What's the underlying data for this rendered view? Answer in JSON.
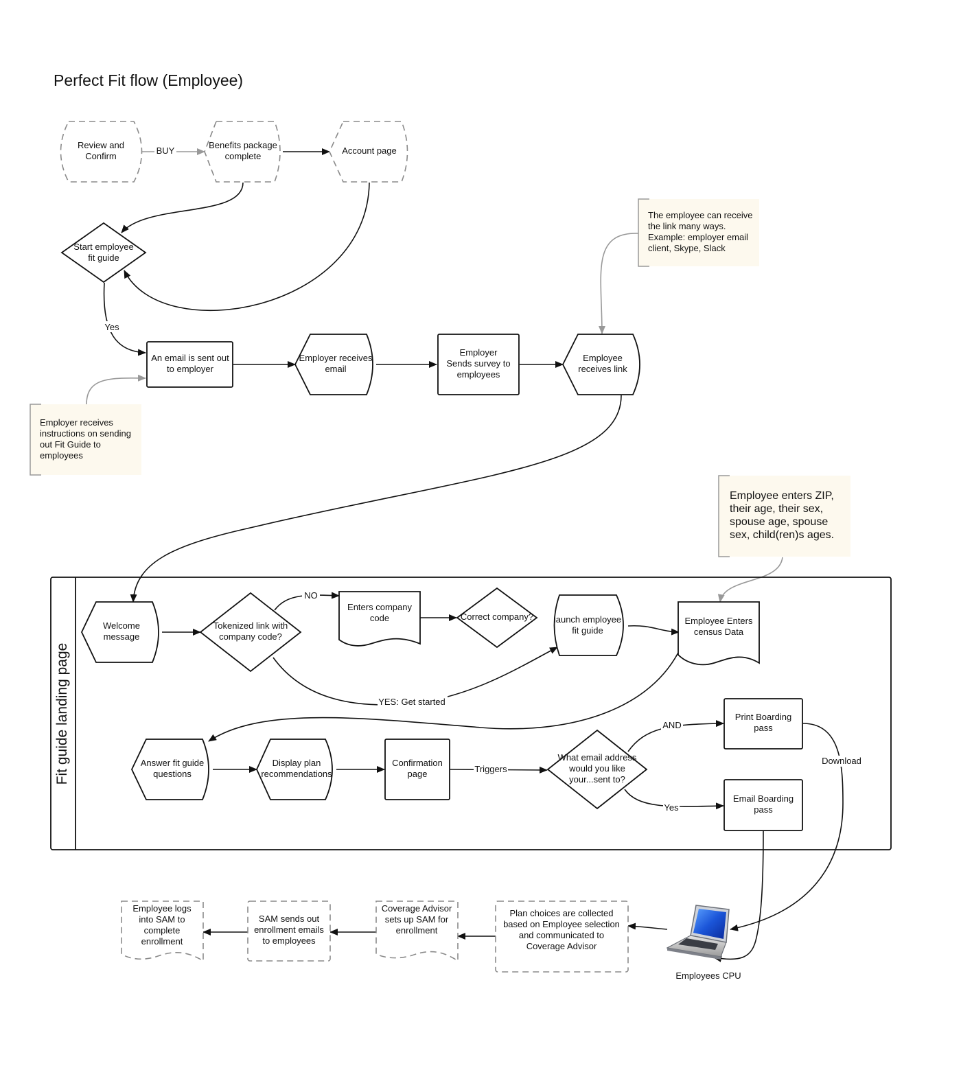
{
  "title": "Perfect Fit flow (Employee)",
  "lane_label": "Fit guide landing page",
  "nodes": {
    "review_confirm": [
      "Review and",
      "Confirm"
    ],
    "benefits_complete": [
      "Benefits package",
      "complete"
    ],
    "account_page": [
      "Account page"
    ],
    "start_fit_guide": [
      "Start employee",
      "fit guide"
    ],
    "email_sent": [
      "An email is sent out",
      "to employer"
    ],
    "employer_receives_email": [
      "Employer receives",
      "email"
    ],
    "employer_sends_survey": [
      "Employer",
      "Sends survey to",
      "employees"
    ],
    "employee_receives_link": [
      "Employee",
      "receives link"
    ],
    "welcome": [
      "Welcome",
      "message"
    ],
    "tokenized": [
      "Tokenized link with",
      "company code?"
    ],
    "enters_code": [
      "Enters company",
      "code"
    ],
    "correct_company": [
      "Correct company?"
    ],
    "launch_fit_guide": [
      "launch employee",
      "fit guide"
    ],
    "census": [
      "Employee Enters",
      "census Data"
    ],
    "answer_questions": [
      "Answer fit guide",
      "questions"
    ],
    "display_plans": [
      "Display plan",
      "recommendations"
    ],
    "confirmation": [
      "Confirmation",
      "page"
    ],
    "what_email": [
      "What email address",
      "would you like",
      "your...sent to?"
    ],
    "print_pass": [
      "Print Boarding",
      "pass"
    ],
    "email_pass": [
      "Email Boarding",
      "pass"
    ],
    "cpu": [
      "Employees CPU"
    ],
    "plan_choices": [
      "Plan choices are collected",
      "based on Employee selection",
      "and communicated to",
      "Coverage Advisor"
    ],
    "coverage_advisor": [
      "Coverage Advisor",
      "sets up SAM for",
      "enrollment"
    ],
    "sam_sends": [
      "SAM sends out",
      "enrollment emails",
      "to employees"
    ],
    "employee_logs": [
      "Employee logs",
      "into SAM to",
      "complete",
      "enrollment"
    ]
  },
  "notes": {
    "link_ways": [
      "The employee can receive",
      "the link many ways.",
      "Example: employer email",
      "client, Skype, Slack"
    ],
    "employer_instructions": [
      "Employer receives",
      "instructions on sending",
      "out Fit Guide to",
      "employees"
    ],
    "census_info": [
      "Employee enters ZIP,",
      "their age, their sex,",
      "spouse age, spouse",
      "sex, child(ren)s ages."
    ]
  },
  "edge_labels": {
    "buy": "BUY",
    "yes_start": "Yes",
    "no": "NO",
    "yes_get_started": "YES: Get started",
    "triggers": "Triggers",
    "and": "AND",
    "yes_email": "Yes",
    "download": "Download"
  }
}
